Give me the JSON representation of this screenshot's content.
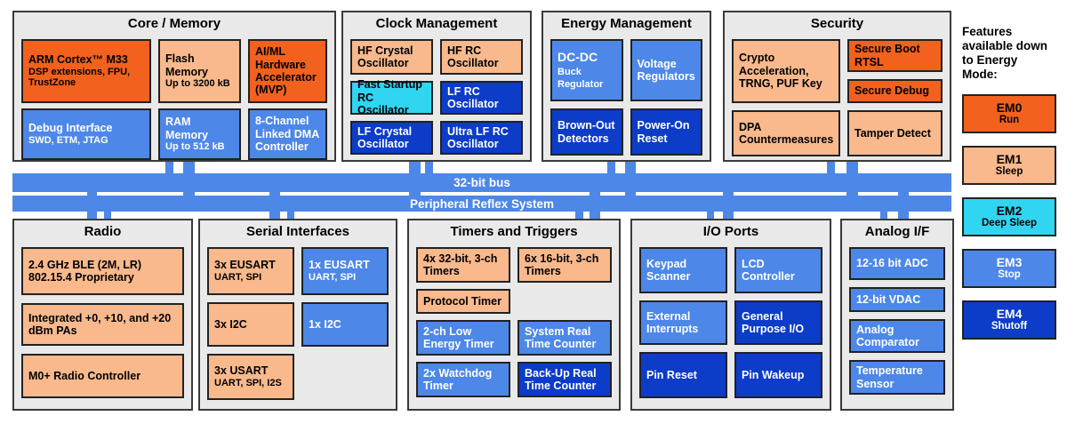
{
  "colors": {
    "orange": "#F2611D",
    "peach": "#F9B98C",
    "cyan": "#30D5F2",
    "blue": "#4D87E8",
    "darkblue": "#0C3CC8",
    "busblue": "#4D87E8",
    "sectionbg": "#E9E9E9",
    "borderdark": "#3A3A3A"
  },
  "bus": {
    "bus32_label": "32-bit bus",
    "prs_label": "Peripheral Reflex System"
  },
  "legend": {
    "heading": "Features available down to Energy Mode:",
    "items": [
      {
        "name": "EM0",
        "mode": "Run"
      },
      {
        "name": "EM1",
        "mode": "Sleep"
      },
      {
        "name": "EM2",
        "mode": "Deep Sleep"
      },
      {
        "name": "EM3",
        "mode": "Stop"
      },
      {
        "name": "EM4",
        "mode": "Shutoff"
      }
    ]
  },
  "sections": {
    "core": {
      "title": "Core / Memory",
      "arm_title": "ARM Cortex™ M33",
      "arm_sub": "DSP extensions, FPU, TrustZone",
      "flash_title": "Flash Memory",
      "flash_sub": "Up to 3200 kB",
      "aiml": "AI/ML Hardware Accelerator (MVP)",
      "debug_title": "Debug Interface",
      "debug_sub": "SWD, ETM, JTAG",
      "ram_title": "RAM Memory",
      "ram_sub": "Up to 512 kB",
      "dma": "8-Channel Linked DMA Controller"
    },
    "clock": {
      "title": "Clock Management",
      "hfxo": "HF Crystal Oscillator",
      "hfrco": "HF RC Oscillator",
      "fsrco": "Fast Startup RC Oscillator",
      "lfrco": "LF RC Oscillator",
      "lfxo": "LF Crystal Oscillator",
      "ulfrco": "Ultra LF RC Oscillator"
    },
    "energy": {
      "title": "Energy Management",
      "dcdc_big": "DC-DC",
      "dcdc_small": "Buck Regulator",
      "vreg": "Voltage Regulators",
      "bod": "Brown-Out Detectors",
      "por": "Power-On Reset"
    },
    "security": {
      "title": "Security",
      "crypto": "Crypto Acceleration, TRNG, PUF Key",
      "secure_boot": "Secure Boot RTSL",
      "secure_debug": "Secure Debug",
      "dpa": "DPA Countermeasures",
      "tamper": "Tamper Detect"
    },
    "radio": {
      "title": "Radio",
      "ble_line1": "2.4 GHz BLE (2M, LR)",
      "ble_line2": "802.15.4 Proprietary",
      "pa": "Integrated +0, +10, and +20 dBm PAs",
      "m0": "M0+ Radio Controller"
    },
    "serial": {
      "title": "Serial Interfaces",
      "eusart3_title": "3x EUSART",
      "eusart3_sub": "UART, SPI",
      "eusart1_title": "1x EUSART",
      "eusart1_sub": "UART, SPI",
      "i2c3": "3x I2C",
      "i2c1": "1x I2C",
      "usart3_title": "3x USART",
      "usart3_sub": "UART, SPI, I2S"
    },
    "timers": {
      "title": "Timers and Triggers",
      "t32": "4x 32-bit, 3-ch Timers",
      "t16": "6x 16-bit, 3-ch Timers",
      "protocol": "Protocol Timer",
      "letimer": "2-ch Low Energy Timer",
      "sysrtc": "System Real Time Counter",
      "wdog": "2x Watchdog Timer",
      "burtc": "Back-Up Real Time Counter"
    },
    "io": {
      "title": "I/O Ports",
      "keypad": "Keypad Scanner",
      "lcd": "LCD Controller",
      "extint": "External Interrupts",
      "gpio": "General Purpose I/O",
      "pin_reset": "Pin Reset",
      "pin_wakeup": "Pin Wakeup"
    },
    "analog": {
      "title": "Analog I/F",
      "adc": "12-16 bit ADC",
      "vdac": "12-bit VDAC",
      "acmp": "Analog Comparator",
      "temp": "Temperature Sensor"
    }
  }
}
